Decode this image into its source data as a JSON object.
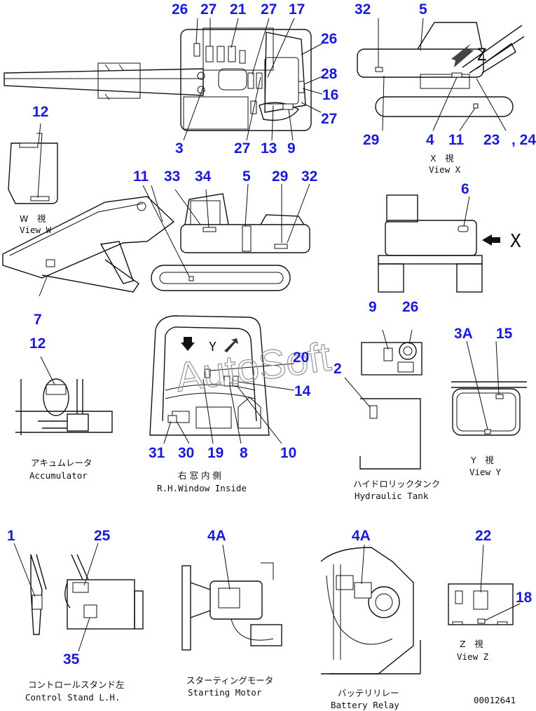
{
  "callouts": {
    "c26a": "26",
    "c27a": "27",
    "c21": "21",
    "c27b": "27",
    "c17": "17",
    "c26b": "26",
    "c28": "28",
    "c16": "16",
    "c27c": "27",
    "c3": "3",
    "c27d": "27",
    "c13": "13",
    "c9a": "9",
    "c32a": "32",
    "c5a": "5",
    "c29a": "29",
    "c4": "4",
    "c11a": "11",
    "c23": "23",
    "c24": ", 24",
    "c12a": "12",
    "c11b": "11",
    "c33": "33",
    "c34": "34",
    "c5b": "5",
    "c29b": "29",
    "c32b": "32",
    "c7": "7",
    "c6": "6",
    "c12b": "12",
    "c20": "20",
    "c14": "14",
    "c31": "31",
    "c30": "30",
    "c19": "19",
    "c8": "8",
    "c10": "10",
    "c9b": "9",
    "c26c": "26",
    "c2": "2",
    "c3A": "3A",
    "c15": "15",
    "c1": "1",
    "c25": "25",
    "c35": "35",
    "c4Aa": "4A",
    "c4Ab": "4A",
    "c22": "22",
    "c18": "18"
  },
  "captions": {
    "view_w_jp": "W　視",
    "view_w": "View W",
    "view_x_jp": "X　視",
    "view_x": "View X",
    "view_y_jp": "Y　視",
    "view_y": "View Y",
    "view_z_jp": "Z　視",
    "view_z": "View Z",
    "accumulator_jp": "アキュムレータ",
    "accumulator": "Accumulator",
    "rh_window_jp": "右 窓 内 側",
    "rh_window": "R.H.Window Inside",
    "hydraulic_tank_jp": "ハイドロリックタンク",
    "hydraulic_tank": "Hydraulic Tank",
    "control_stand_jp": "コントロールスタンド左",
    "control_stand": "Control Stand L.H.",
    "starting_motor_jp": "スターティングモータ",
    "starting_motor": "Starting Motor",
    "battery_relay_jp": "バッテリリレー",
    "battery_relay": "Battery Relay",
    "x_marker": "X",
    "y_marker": "Y",
    "z_marker": "Z"
  },
  "watermark": "AutoSoft",
  "part_number": "00012641",
  "colors": {
    "callout": "#1a1ad8",
    "line": "#111111",
    "watermark": "#9a9a9a"
  }
}
